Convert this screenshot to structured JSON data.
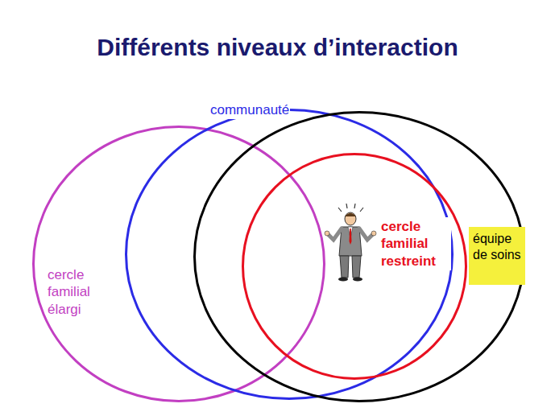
{
  "diagram": {
    "title": "Différents niveaux d’interaction",
    "nodes": [
      {
        "text": [
          "cercle familial élargi"
        ]
      },
      {
        "text": [
          "communauté"
        ]
      },
      {
        "text": [
          "équipe de soins"
        ]
      },
      {
        "text": [
          "cercle familial restreint"
        ],
        "in": 2
      }
    ]
  }
}
